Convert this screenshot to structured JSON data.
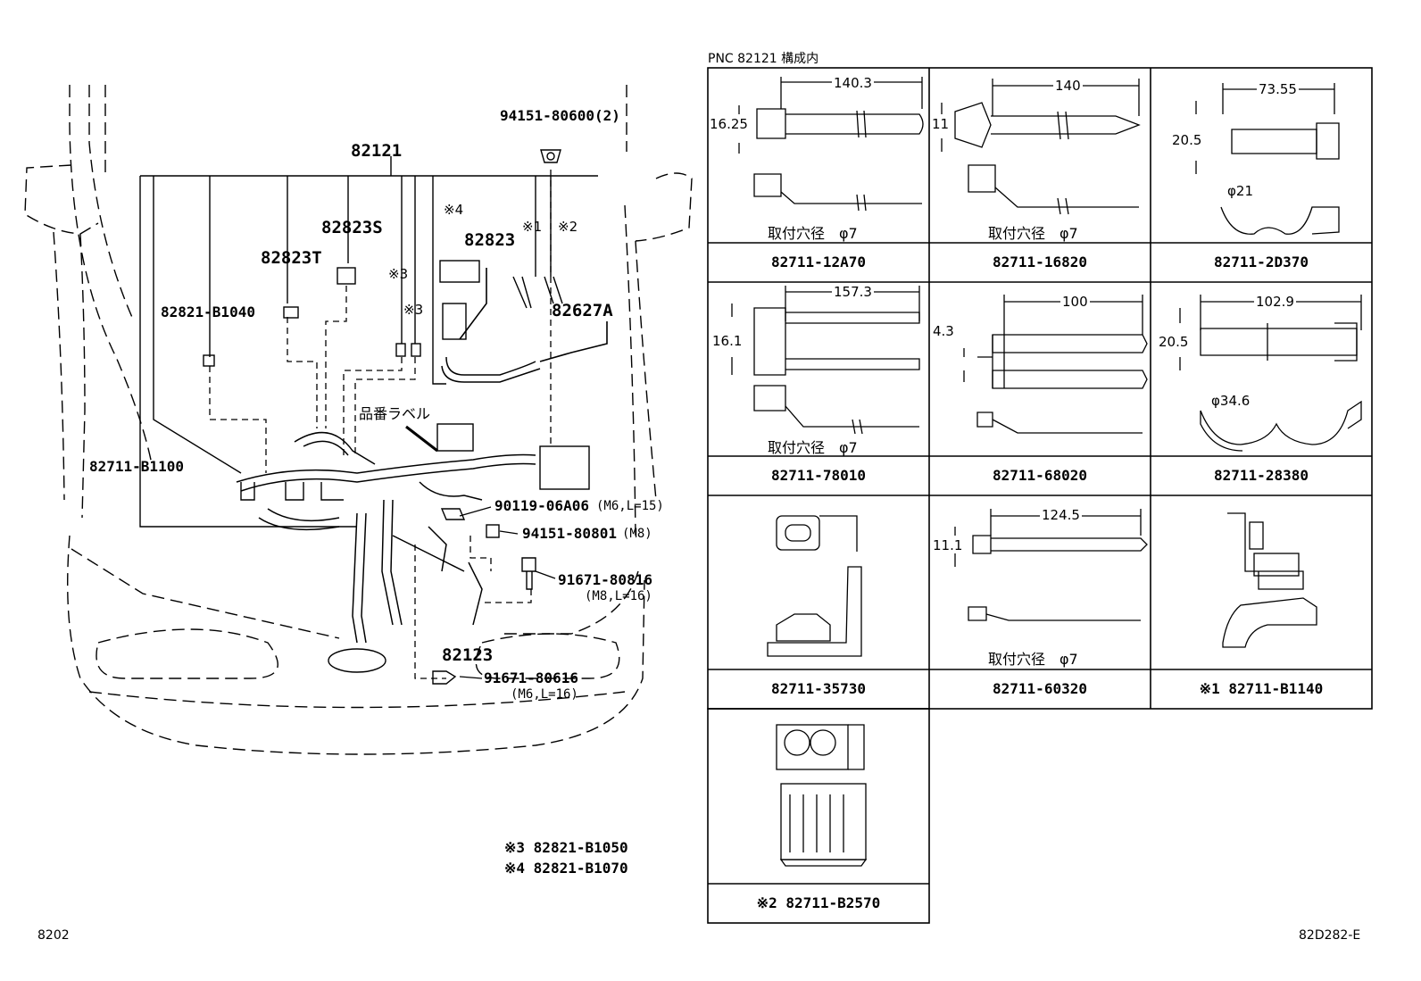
{
  "header": {
    "pnc_title": "PNC 82121 構成内"
  },
  "footer": {
    "page_code": "8202",
    "figure_code": "82D282-E"
  },
  "main_labels": {
    "harness": "82121",
    "nut_top": "94151-80600(2)",
    "p82823s": "82823S",
    "p82823t": "82823T",
    "p82823": "82823",
    "star4": "※4",
    "star1": "※1",
    "star2": "※2",
    "star3a": "※3",
    "star3b": "※3",
    "p82821b1040": "82821-B1040",
    "p82627a": "82627A",
    "label_note": "品番ラベル",
    "p82711b1100": "82711-B1100",
    "bolt1": "90119-06A06",
    "bolt1_spec": "(M6,L=15)",
    "nut2": "94151-80801",
    "nut2_spec": "(M8)",
    "bolt2": "91671-80816",
    "bolt2_spec": "(M8,L=16)",
    "p82123": "82123",
    "bolt3": "91671-80616",
    "bolt3_spec": "(M6,L=16)",
    "legend3": "※3  82821-B1050",
    "legend4": "※4  82821-B1070"
  },
  "parts_table": [
    {
      "part": "82711-12A70",
      "dims": [
        "140.3",
        "16.25"
      ],
      "hole": "取付穴径　φ7"
    },
    {
      "part": "82711-16820",
      "dims": [
        "140",
        "11"
      ],
      "hole": "取付穴径　φ7"
    },
    {
      "part": "82711-2D370",
      "dims": [
        "73.55",
        "20.5",
        "φ21"
      ],
      "hole": ""
    },
    {
      "part": "82711-78010",
      "dims": [
        "157.3",
        "16.1"
      ],
      "hole": "取付穴径　φ7"
    },
    {
      "part": "82711-68020",
      "dims": [
        "100",
        "4.3"
      ],
      "hole": ""
    },
    {
      "part": "82711-28380",
      "dims": [
        "102.9",
        "20.5",
        "φ34.6"
      ],
      "hole": ""
    },
    {
      "part": "82711-35730",
      "dims": [],
      "hole": ""
    },
    {
      "part": "82711-60320",
      "dims": [
        "124.5",
        "11.1"
      ],
      "hole": "取付穴径　φ7"
    },
    {
      "part": "※1  82711-B1140",
      "dims": [],
      "hole": ""
    },
    {
      "part": "※2  82711-B2570",
      "dims": [],
      "hole": ""
    }
  ]
}
